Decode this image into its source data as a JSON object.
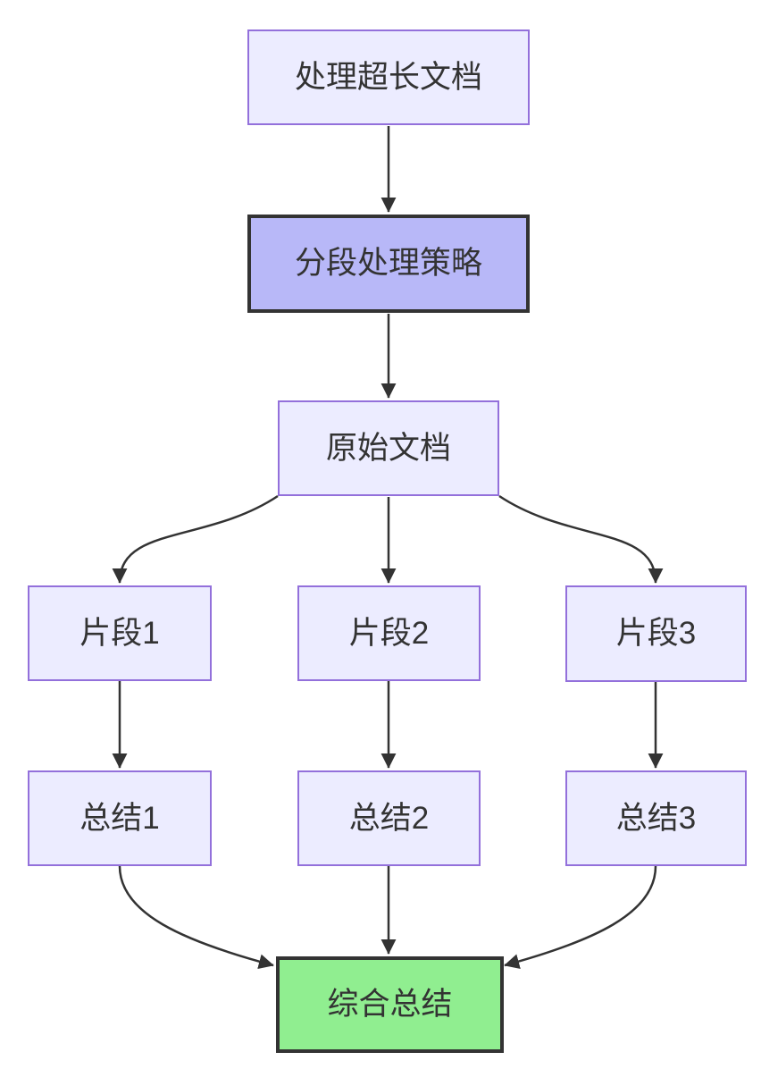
{
  "diagram": {
    "type": "flowchart",
    "direction": "top-down",
    "nodes": [
      {
        "id": "task",
        "label": "处理超长文档",
        "style": "default"
      },
      {
        "id": "strategy",
        "label": "分段处理策略",
        "style": "highlight-purple"
      },
      {
        "id": "original",
        "label": "原始文档",
        "style": "default"
      },
      {
        "id": "seg1",
        "label": "片段1",
        "style": "default"
      },
      {
        "id": "seg2",
        "label": "片段2",
        "style": "default"
      },
      {
        "id": "seg3",
        "label": "片段3",
        "style": "default"
      },
      {
        "id": "sum1",
        "label": "总结1",
        "style": "default"
      },
      {
        "id": "sum2",
        "label": "总结2",
        "style": "default"
      },
      {
        "id": "sum3",
        "label": "总结3",
        "style": "default"
      },
      {
        "id": "final",
        "label": "综合总结",
        "style": "highlight-green"
      }
    ],
    "edges": [
      {
        "from": "task",
        "to": "strategy"
      },
      {
        "from": "strategy",
        "to": "original"
      },
      {
        "from": "original",
        "to": "seg1"
      },
      {
        "from": "original",
        "to": "seg2"
      },
      {
        "from": "original",
        "to": "seg3"
      },
      {
        "from": "seg1",
        "to": "sum1"
      },
      {
        "from": "seg2",
        "to": "sum2"
      },
      {
        "from": "seg3",
        "to": "sum3"
      },
      {
        "from": "sum1",
        "to": "final"
      },
      {
        "from": "sum2",
        "to": "final"
      },
      {
        "from": "sum3",
        "to": "final"
      }
    ],
    "colors": {
      "background": "#FFFFFF",
      "node_fill": "#ECECFF",
      "node_border": "#9370DB",
      "highlight_fill": "#B8B8F8",
      "highlight_border": "#333333",
      "green_fill": "#90EE90",
      "green_border": "#333333",
      "edge": "#333333",
      "text": "#333333"
    }
  }
}
